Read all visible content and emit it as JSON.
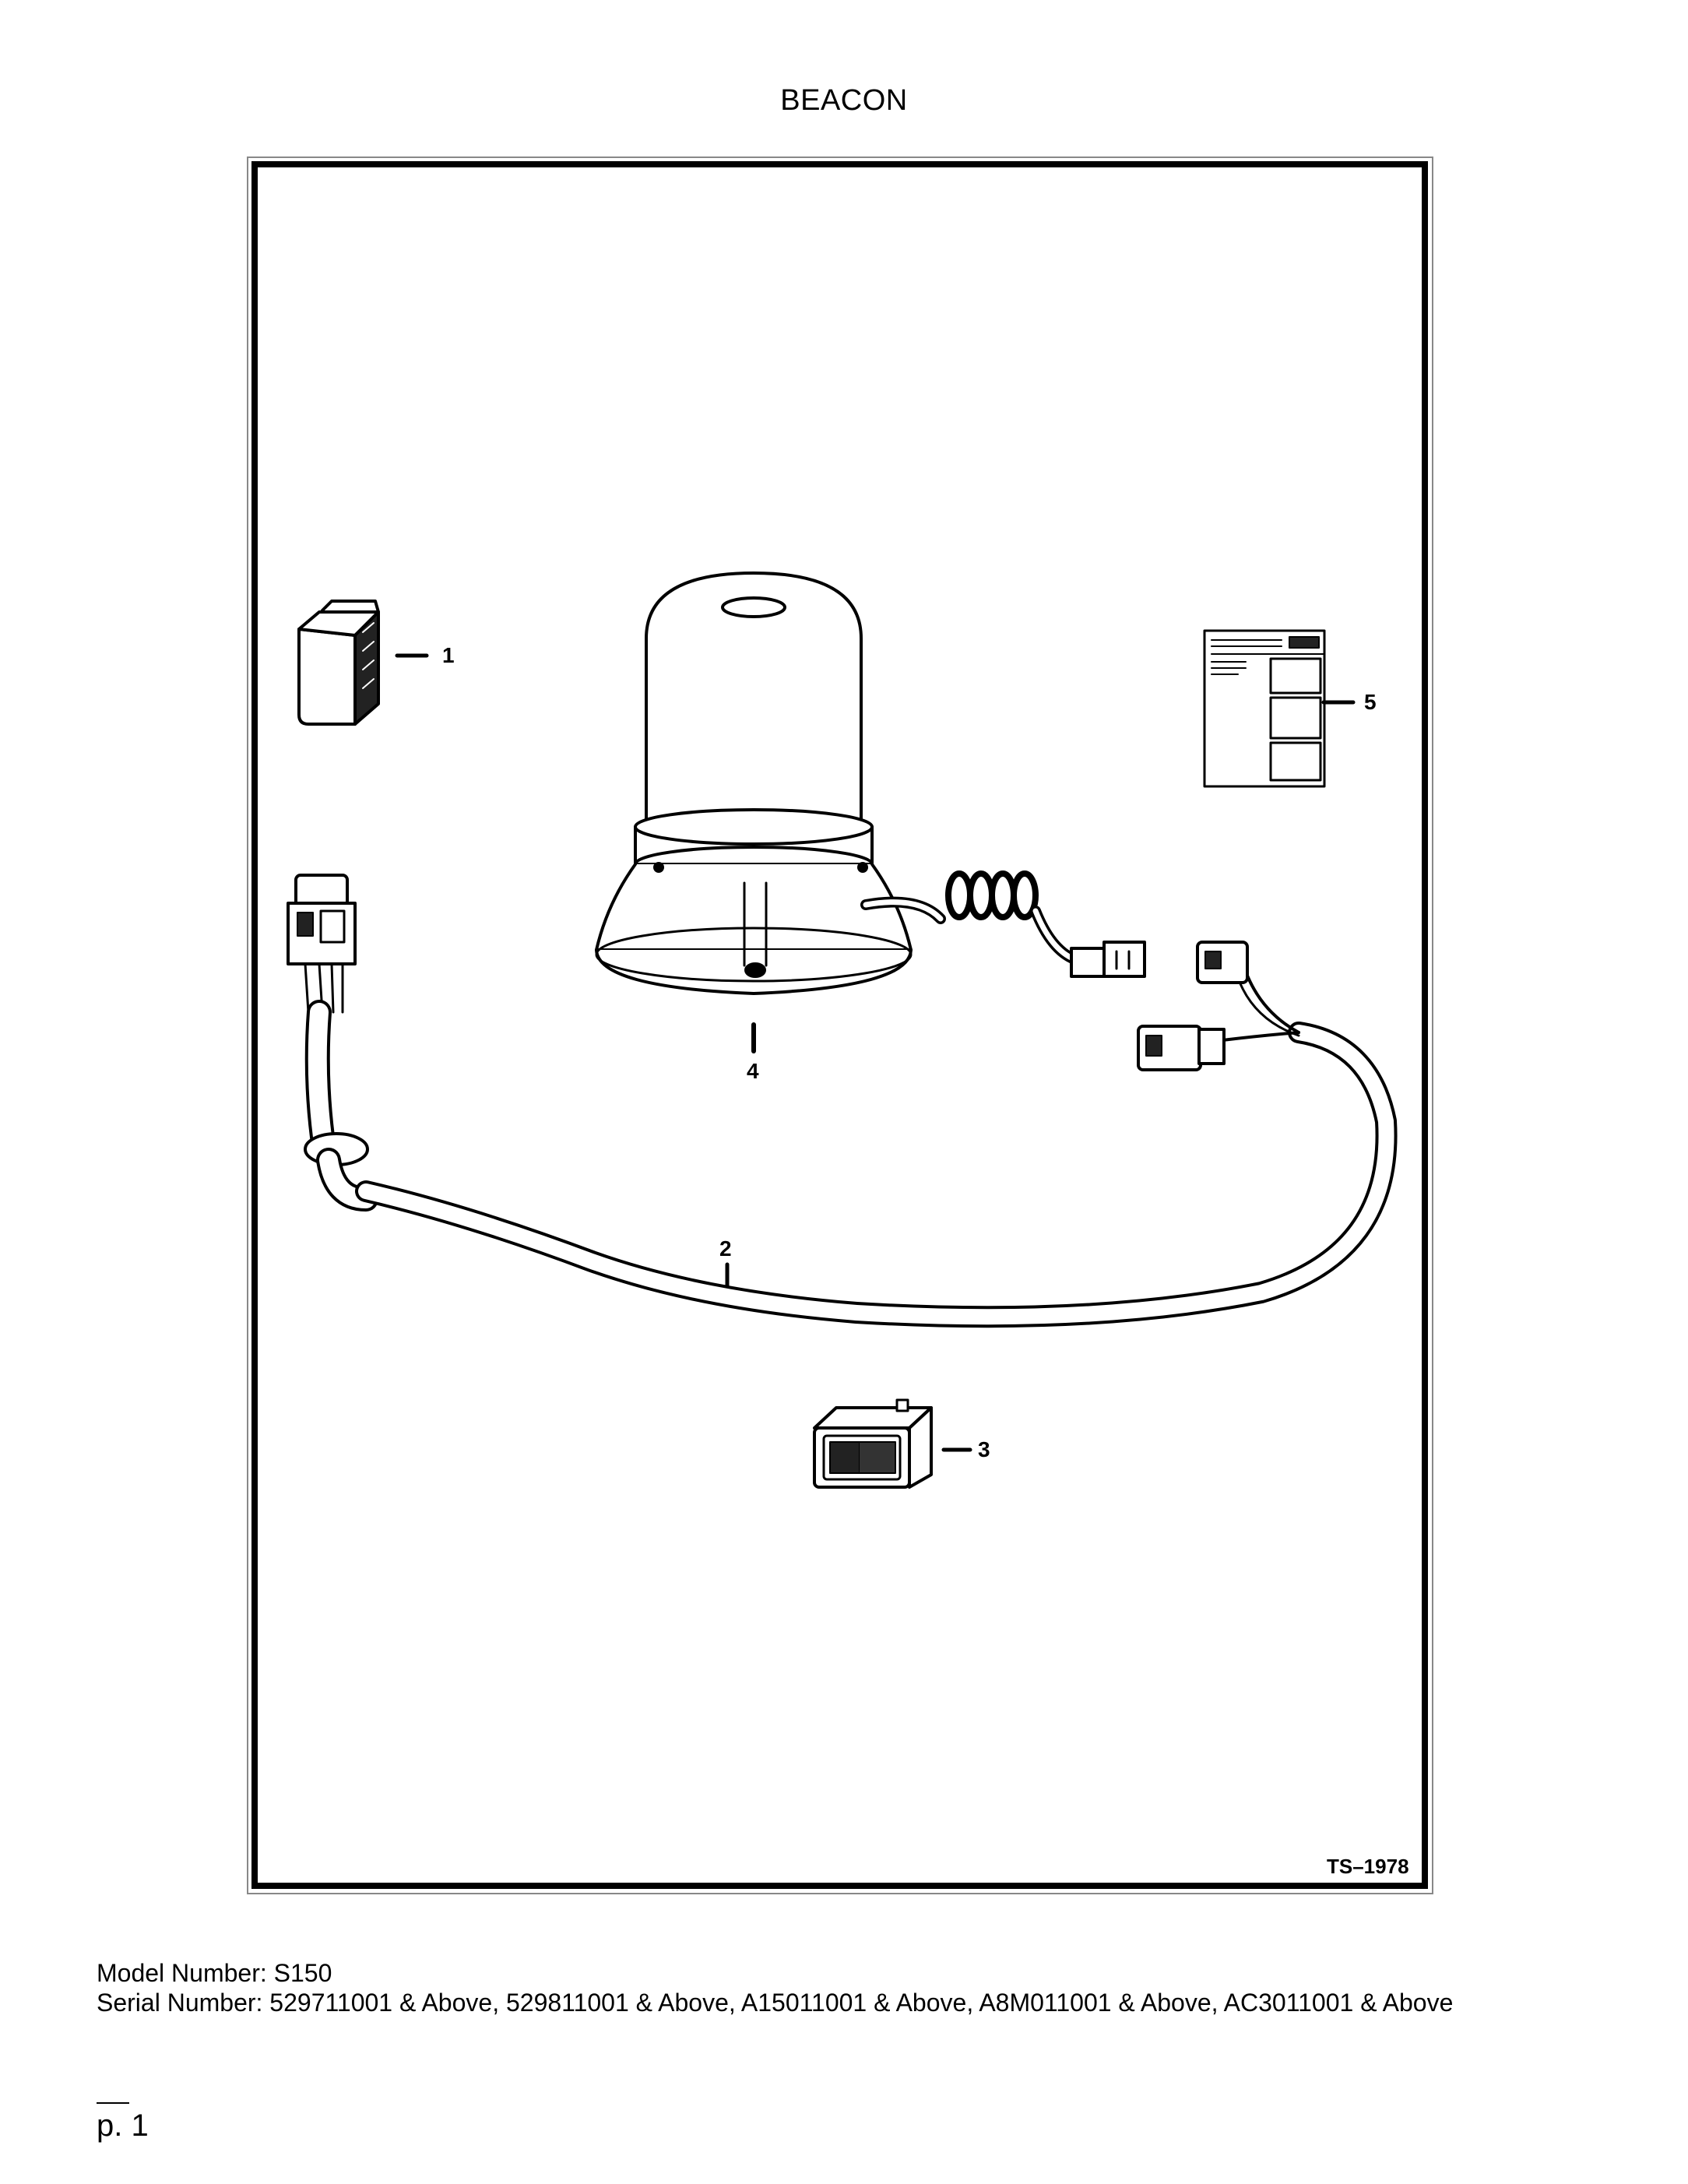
{
  "page": {
    "title": "BEACON"
  },
  "figure": {
    "drawing_id": "TS–1978",
    "callouts": [
      {
        "id": "1",
        "label": "1"
      },
      {
        "id": "2",
        "label": "2"
      },
      {
        "id": "3",
        "label": "3"
      },
      {
        "id": "4",
        "label": "4"
      },
      {
        "id": "5",
        "label": "5"
      }
    ]
  },
  "footer": {
    "model": "Model Number: S150",
    "serial": "Serial Number: 529711001 & Above, 529811001 & Above, A15011001 & Above, A8M011001 & Above, AC3011001 & Above",
    "page": "p. 1"
  }
}
